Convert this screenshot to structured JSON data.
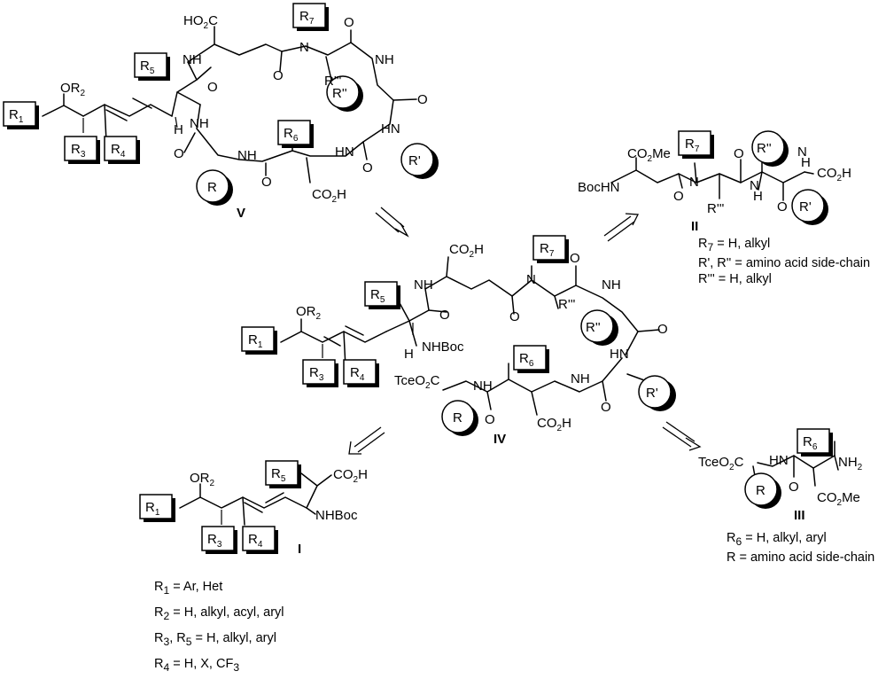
{
  "compounds": {
    "V": "V",
    "IV": "IV",
    "I": "I",
    "II": "II",
    "III": "III"
  },
  "groups": {
    "R1": "R",
    "R2": "R",
    "R3": "R",
    "R4": "R",
    "R5": "R",
    "R6": "R",
    "R7": "R",
    "R": "R",
    "Rp": "R'",
    "Rpp": "R''",
    "Rppp": "R'''"
  },
  "atoms": {
    "HO2C": "HO",
    "CO2H": "CO",
    "CO2Me": "CO",
    "NH": "NH",
    "N": "N",
    "HN": "HN",
    "H": "H",
    "O": "O",
    "NHBoc": "NHBoc",
    "BocHN": "BocHN",
    "TceO2C": "TceO",
    "OR2": "OR",
    "NH2": "NH"
  },
  "legend_II": [
    {
      "sym": "R",
      "sub": "7",
      "text": " = H, alkyl"
    },
    {
      "sym": "R', R''",
      "sub": "",
      "text": " = amino acid side-chain"
    },
    {
      "sym": "R'''",
      "sub": "",
      "text": " = H, alkyl"
    }
  ],
  "legend_III": [
    {
      "sym": "R",
      "sub": "6",
      "text": " = H, alkyl, aryl"
    },
    {
      "sym": "R",
      "sub": "",
      "text": " = amino acid side-chain"
    }
  ],
  "legend_I": [
    {
      "sym": "R",
      "sub": "1",
      "text": " = Ar, Het"
    },
    {
      "sym": "R",
      "sub": "2",
      "text": " = H, alkyl, acyl, aryl"
    },
    {
      "sym": "R",
      "sub": "3",
      "text": ", R",
      "sub2": "5",
      "text2": " = H, alkyl, aryl"
    },
    {
      "sym": "R",
      "sub": "4",
      "text": " = H, X, CF",
      "sub3": "3"
    }
  ]
}
